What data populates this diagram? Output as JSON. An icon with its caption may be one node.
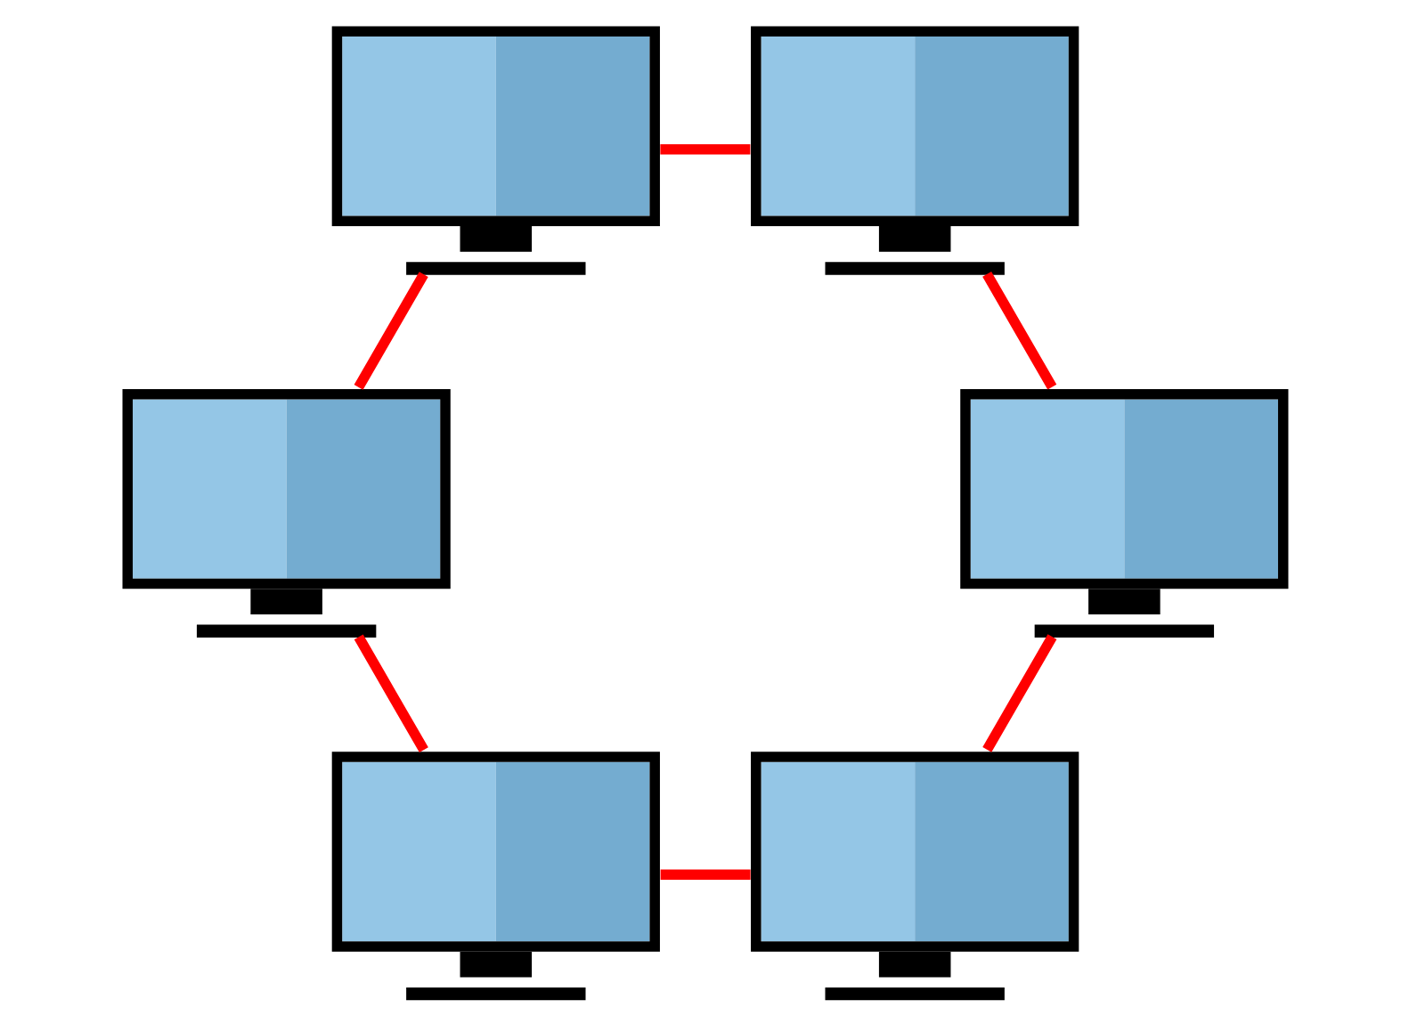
{
  "diagram": {
    "nodes": [
      {
        "text": [],
        "shape": "monitor"
      },
      {
        "text": [],
        "shape": "monitor"
      },
      {
        "text": [],
        "shape": "monitor"
      },
      {
        "text": [],
        "shape": "monitor"
      },
      {
        "text": [],
        "shape": "monitor"
      },
      {
        "text": [],
        "shape": "monitor"
      }
    ],
    "edges": [
      {
        "from": 0,
        "to": 1,
        "arrow": "none",
        "color": "#ff0000"
      },
      {
        "from": 1,
        "to": 3,
        "arrow": "none",
        "color": "#ff0000"
      },
      {
        "from": 3,
        "to": 5,
        "arrow": "none",
        "color": "#ff0000"
      },
      {
        "from": 5,
        "to": 4,
        "arrow": "none",
        "color": "#ff0000"
      },
      {
        "from": 4,
        "to": 2,
        "arrow": "none",
        "color": "#ff0000"
      },
      {
        "from": 2,
        "to": 0,
        "arrow": "none",
        "color": "#ff0000"
      }
    ]
  }
}
